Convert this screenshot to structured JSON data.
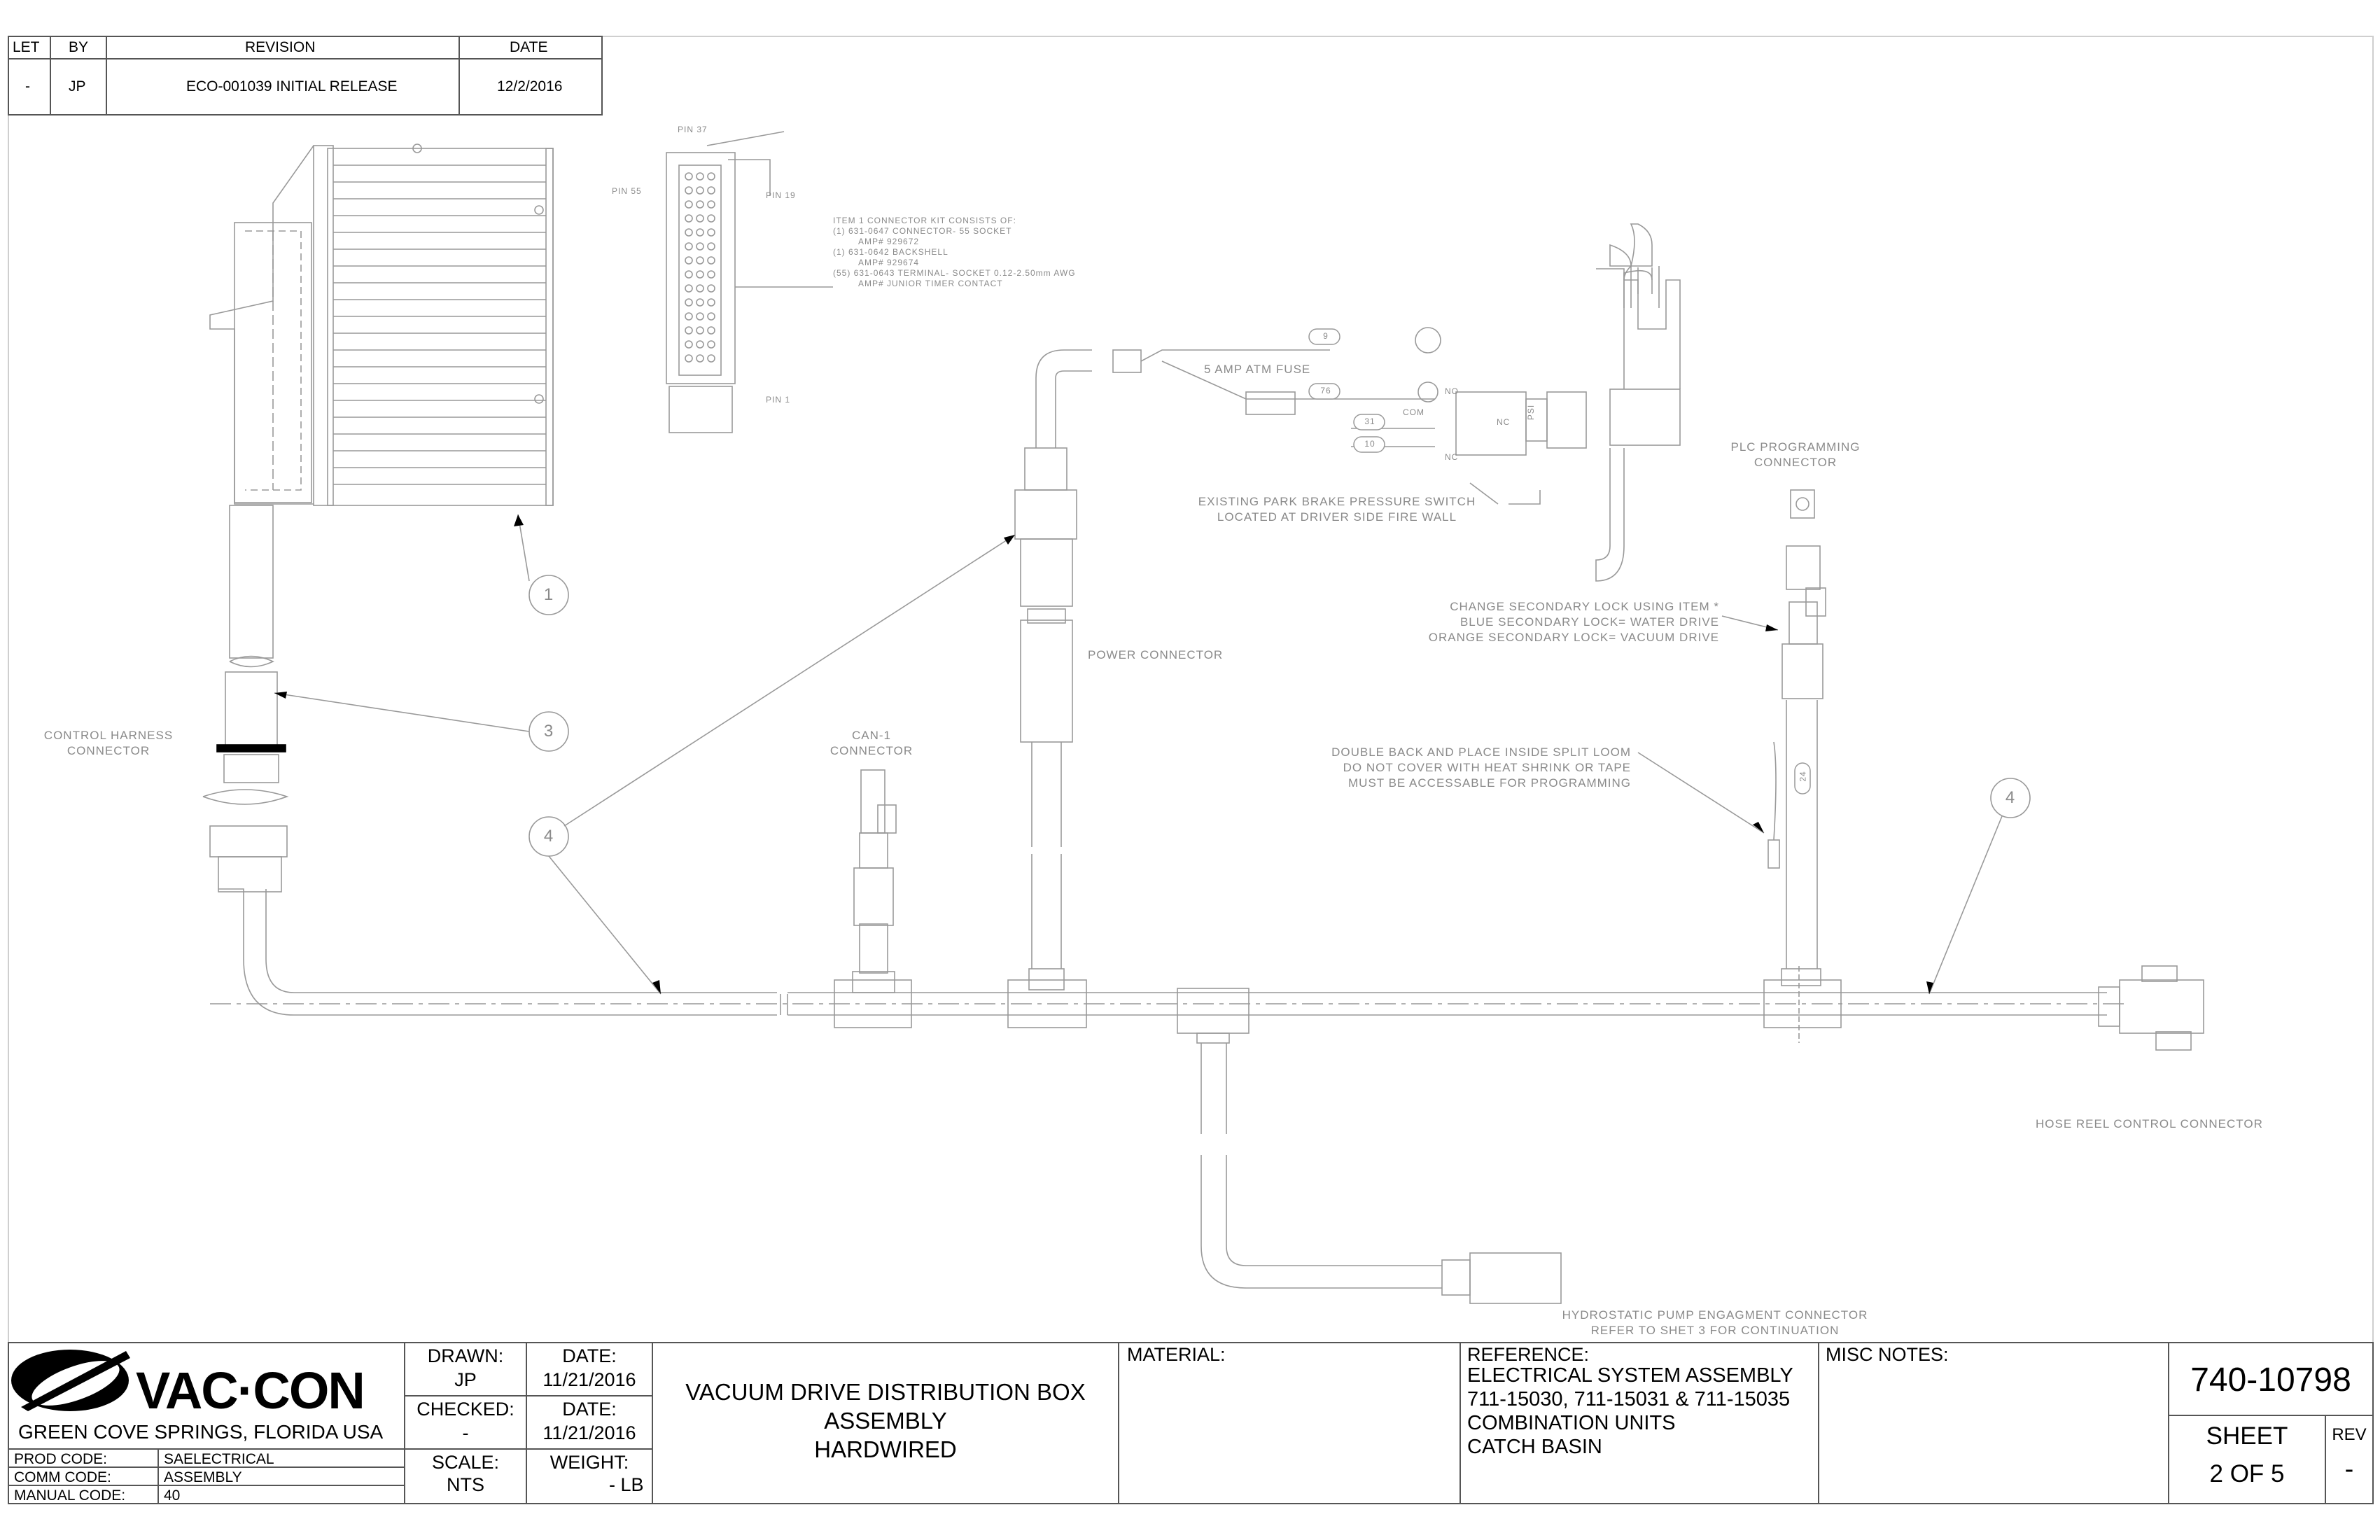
{
  "revision_block": {
    "headers": {
      "let": "LET",
      "by": "BY",
      "revision": "REVISION",
      "date": "DATE"
    },
    "row": {
      "let": "-",
      "by": "JP",
      "revision": "ECO-001039 INITIAL RELEASE",
      "date": "12/2/2016"
    }
  },
  "drawing": {
    "connector_pins": {
      "pin37": "PIN 37",
      "pin55": "PIN 55",
      "pin19": "PIN 19",
      "pin1": "PIN 1"
    },
    "connector_kit_note": [
      "ITEM 1 CONNECTOR KIT CONSISTS OF:",
      "(1) 631-0647 CONNECTOR- 55 SOCKET",
      "AMP# 929672",
      "(1) 631-0642 BACKSHELL",
      "AMP# 929674",
      "(55) 631-0643 TERMINAL- SOCKET 0.12-2.50mm AWG",
      "AMP# JUNIOR TIMER CONTACT"
    ],
    "fuse_label": "5 AMP ATM FUSE",
    "wire_tags": [
      "9",
      "76",
      "31",
      "10",
      "24"
    ],
    "switch_terms": {
      "no": "NO",
      "com": "COM",
      "nc1": "NC",
      "nc2": "NC",
      "psi": "PSI"
    },
    "pressure_switch_note": [
      "EXISTING PARK BRAKE PRESSURE SWITCH",
      "LOCATED AT DRIVER SIDE FIRE WALL"
    ],
    "plc_label": [
      "PLC PROGRAMMING",
      "CONNECTOR"
    ],
    "secondary_lock_note": [
      "CHANGE SECONDARY LOCK USING ITEM *",
      "BLUE SECONDARY LOCK= WATER DRIVE",
      "ORANGE SECONDARY LOCK= VACUUM DRIVE"
    ],
    "power_connector": "POWER CONNECTOR",
    "double_back_note": [
      "DOUBLE BACK AND PLACE INSIDE SPLIT LOOM",
      "DO NOT COVER WITH HEAT SHRINK OR TAPE",
      "MUST BE ACCESSABLE FOR PROGRAMMING"
    ],
    "control_harness": [
      "CONTROL HARNESS",
      "CONNECTOR"
    ],
    "can_connector": [
      "CAN-1",
      "CONNECTOR"
    ],
    "hose_reel": "HOSE REEL CONTROL CONNECTOR",
    "hydrostatic_note": [
      "HYDROSTATIC PUMP ENGAGMENT CONNECTOR",
      "REFER TO SHET 3 FOR CONTINUATION"
    ],
    "balloons": [
      "1",
      "3",
      "4",
      "4"
    ]
  },
  "title_block": {
    "company": "VAC·CON",
    "location": "GREEN COVE SPRINGS, FLORIDA USA",
    "codes": [
      {
        "label": "PROD CODE:",
        "value": "SAELECTRICAL"
      },
      {
        "label": "COMM CODE:",
        "value": "ASSEMBLY"
      },
      {
        "label": "MANUAL CODE:",
        "value": "40"
      }
    ],
    "drawn_label": "DRAWN:",
    "drawn_value": "JP",
    "drawn_date_label": "DATE:",
    "drawn_date": "11/21/2016",
    "checked_label": "CHECKED:",
    "checked_value": "-",
    "checked_date_label": "DATE:",
    "checked_date": "11/21/2016",
    "scale_label": "SCALE:",
    "scale_value": "NTS",
    "weight_label": "WEIGHT:",
    "weight_value": "- LB",
    "title": [
      "VACUUM DRIVE DISTRIBUTION BOX",
      "ASSEMBLY",
      "HARDWIRED"
    ],
    "material_label": "MATERIAL:",
    "reference_label": "REFERENCE:",
    "reference": [
      "ELECTRICAL SYSTEM ASSEMBLY",
      "711-15030, 711-15031 & 711-15035",
      "COMBINATION UNITS",
      "CATCH BASIN"
    ],
    "misc_label": "MISC NOTES:",
    "part_number": "740-10798",
    "sheet_label": "SHEET",
    "sheet_value": "2 OF 5",
    "rev_label": "REV",
    "rev_value": "-"
  }
}
